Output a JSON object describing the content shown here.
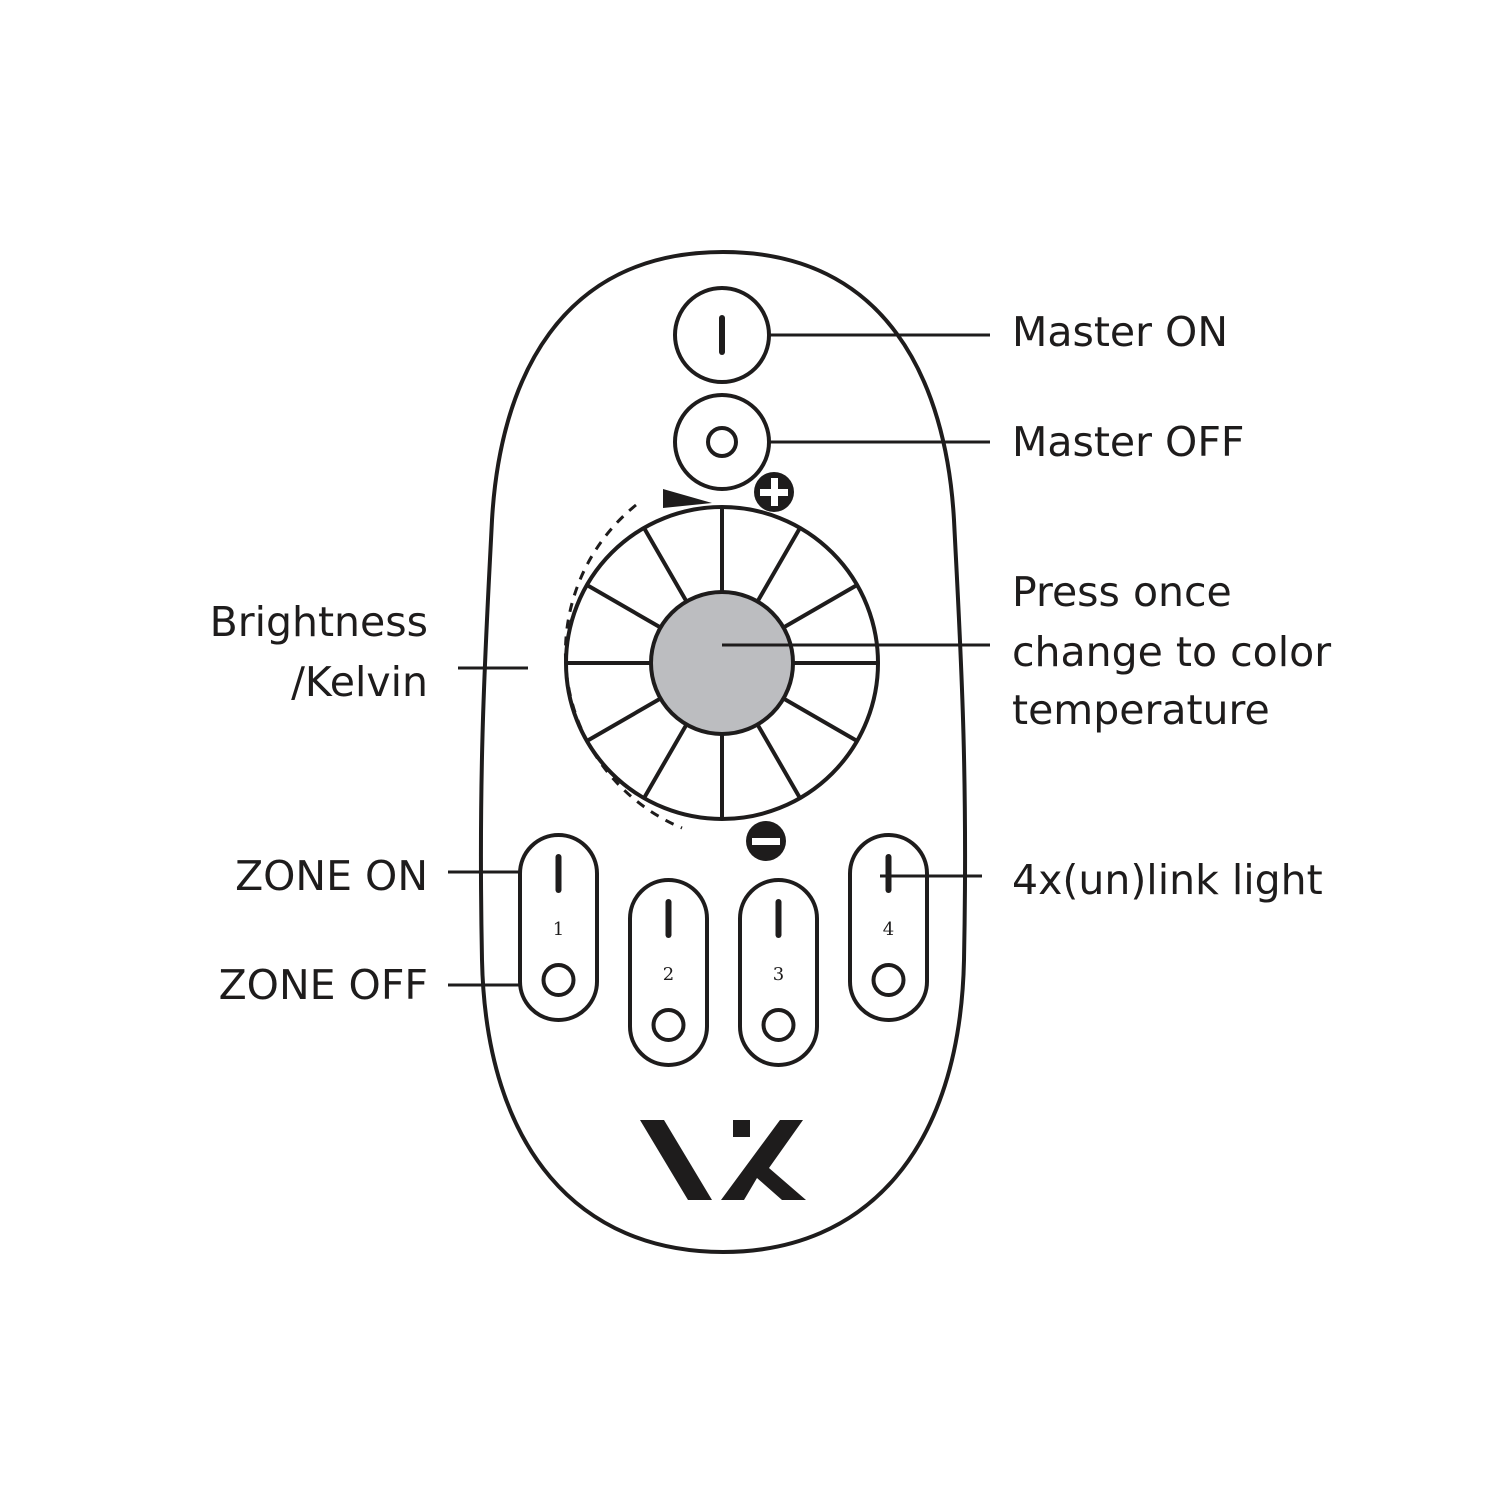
{
  "labels": {
    "master_on": "Master ON",
    "master_off": "Master OFF",
    "brightness_line1": "Brightness",
    "brightness_line2": "/Kelvin",
    "center_line1": "Press once",
    "center_line2": "change to color",
    "center_line3": "temperature",
    "zone_on": "ZONE ON",
    "zone_off": "ZONE OFF",
    "link": "4x(un)link light"
  },
  "zones": [
    "1",
    "2",
    "3",
    "4"
  ],
  "logo": "VX",
  "colors": {
    "ink": "#1e1c1c",
    "center_button": "#bcbdc0"
  }
}
